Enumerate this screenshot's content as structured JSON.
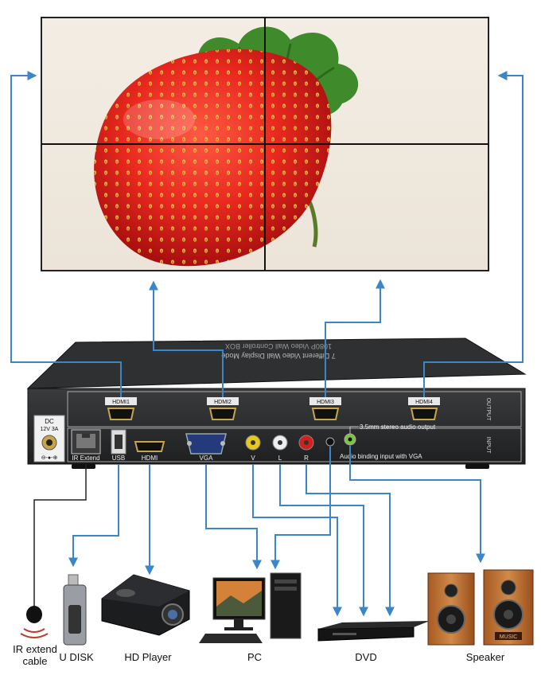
{
  "video_wall": {
    "rows": 2,
    "cols": 2,
    "subject": "strawberry"
  },
  "device": {
    "top_title": "7 Different Video Wall Display Mode",
    "top_subtitle": "1080P Video Wall Controller BOX",
    "output_ports": [
      "HDMI1",
      "HDMI2",
      "HDMI3",
      "HDMI4"
    ],
    "power_label_line1": "DC",
    "power_label_line2": "12V 3A",
    "input_labels": [
      "IR Extend",
      "USB",
      "HDMI",
      "VGA",
      "V",
      "L",
      "R"
    ],
    "audio_output_note": "3.5mm stereo audio output",
    "audio_input_note": "Audio binding input with VGA",
    "section_output": "OUTPUT",
    "section_input": "INPUT"
  },
  "devices": {
    "ir_cable": "IR extend\ncable",
    "ir_cable_line1": "IR extend",
    "ir_cable_line2": "cable",
    "udisk": "U DISK",
    "hdplayer": "HD Player",
    "pc": "PC",
    "dvd": "DVD",
    "speaker": "Speaker",
    "speaker_badge": "MUSIC"
  },
  "colors": {
    "arrow": "#3b86c8",
    "device_body": "#2b2c2e",
    "gold": "#c9a54a"
  }
}
